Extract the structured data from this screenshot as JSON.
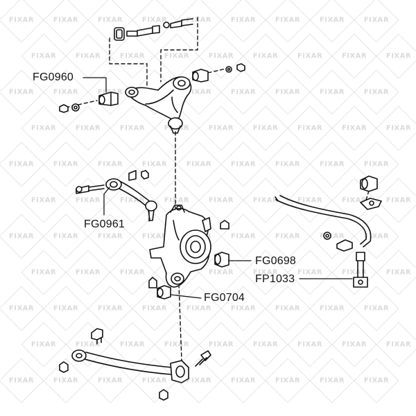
{
  "colors": {
    "ink": "#111111",
    "watermark": "#a0a0a0",
    "background": "#ffffff"
  },
  "watermark_text": "FIXAR",
  "callouts": {
    "upper_arm_bushing": "FG0960",
    "upper_link_bushing": "FG0961",
    "knuckle_bushing": "FG0698",
    "stabilizer_link": "FP1033",
    "lower_bushing": "FG0704"
  }
}
